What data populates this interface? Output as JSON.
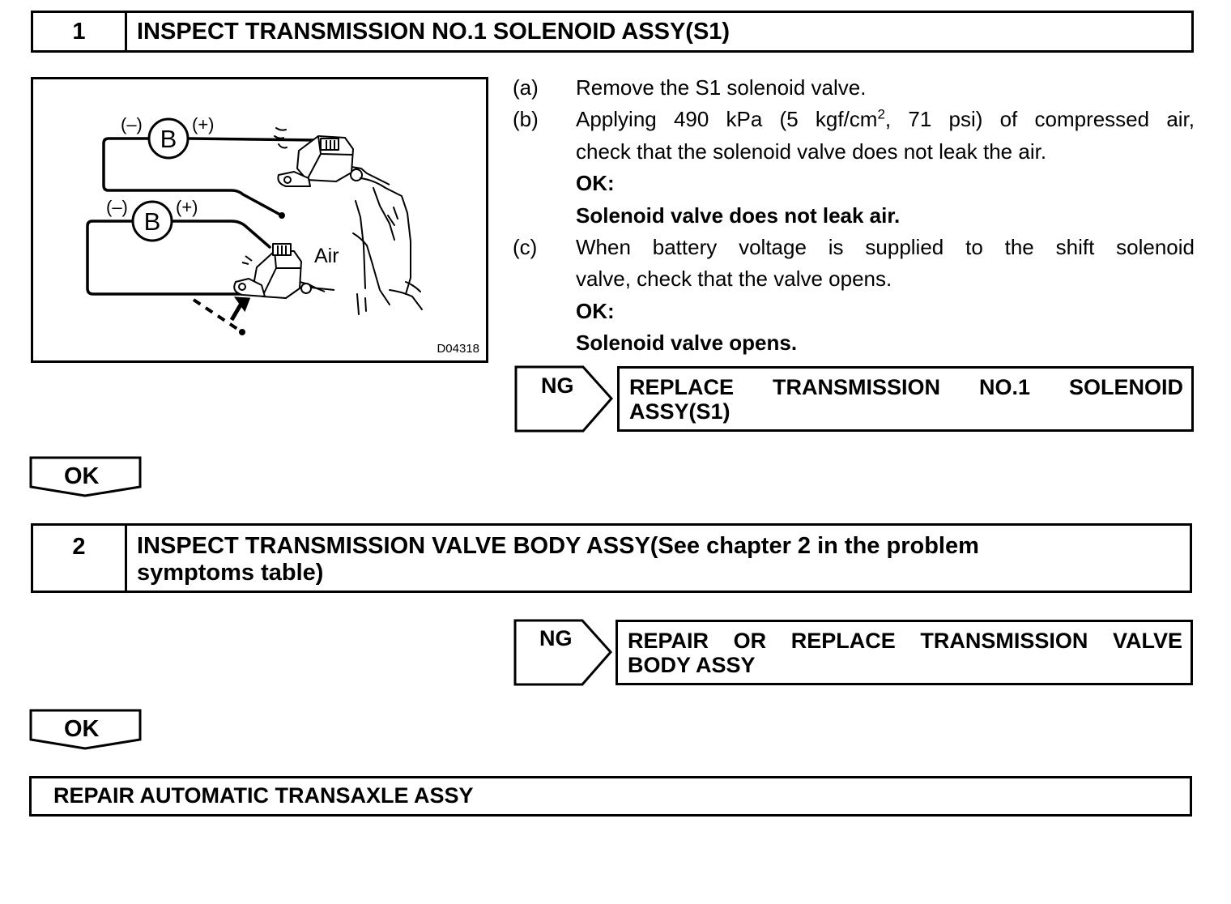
{
  "step1": {
    "number": "1",
    "title": "INSPECT TRANSMISSION  NO.1 SOLENOID ASSY(S1)",
    "figure": {
      "code": "D04318",
      "battery_label": "B",
      "neg_label": "(–)",
      "pos_label": "(+)",
      "air_label": "Air"
    },
    "instructions": [
      {
        "label": "(a)",
        "text": "Remove the S1 solenoid valve."
      },
      {
        "label": "(b)",
        "text_before": "Applying 490 kPa (5 kgf/cm",
        "superscript": "2",
        "text_after": ", 71 psi) of compressed air,",
        "line2": "check that the solenoid valve does not leak the air.",
        "ok_label": "OK:",
        "ok_text": "Solenoid valve does not leak air."
      },
      {
        "label": "(c)",
        "line1": "When battery voltage is supplied to the shift solenoid",
        "line2": "valve, check that the valve opens.",
        "ok_label": "OK:",
        "ok_text": "Solenoid valve opens."
      }
    ],
    "ng": {
      "label": "NG",
      "line1": "REPLACE TRANSMISSION  NO.1 SOLENOID",
      "line2": "ASSY(S1)"
    }
  },
  "ok1": "OK",
  "step2": {
    "number": "2",
    "title_line1": "INSPECT TRANSMISSION VALVE BODY ASSY(See chapter 2 in the problem",
    "title_line2": "symptoms table)",
    "ng": {
      "label": "NG",
      "line1": "REPAIR OR REPLACE TRANSMISSION VALVE",
      "line2": "BODY ASSY"
    }
  },
  "ok2": "OK",
  "final": "REPAIR AUTOMATIC TRANSAXLE ASSY"
}
